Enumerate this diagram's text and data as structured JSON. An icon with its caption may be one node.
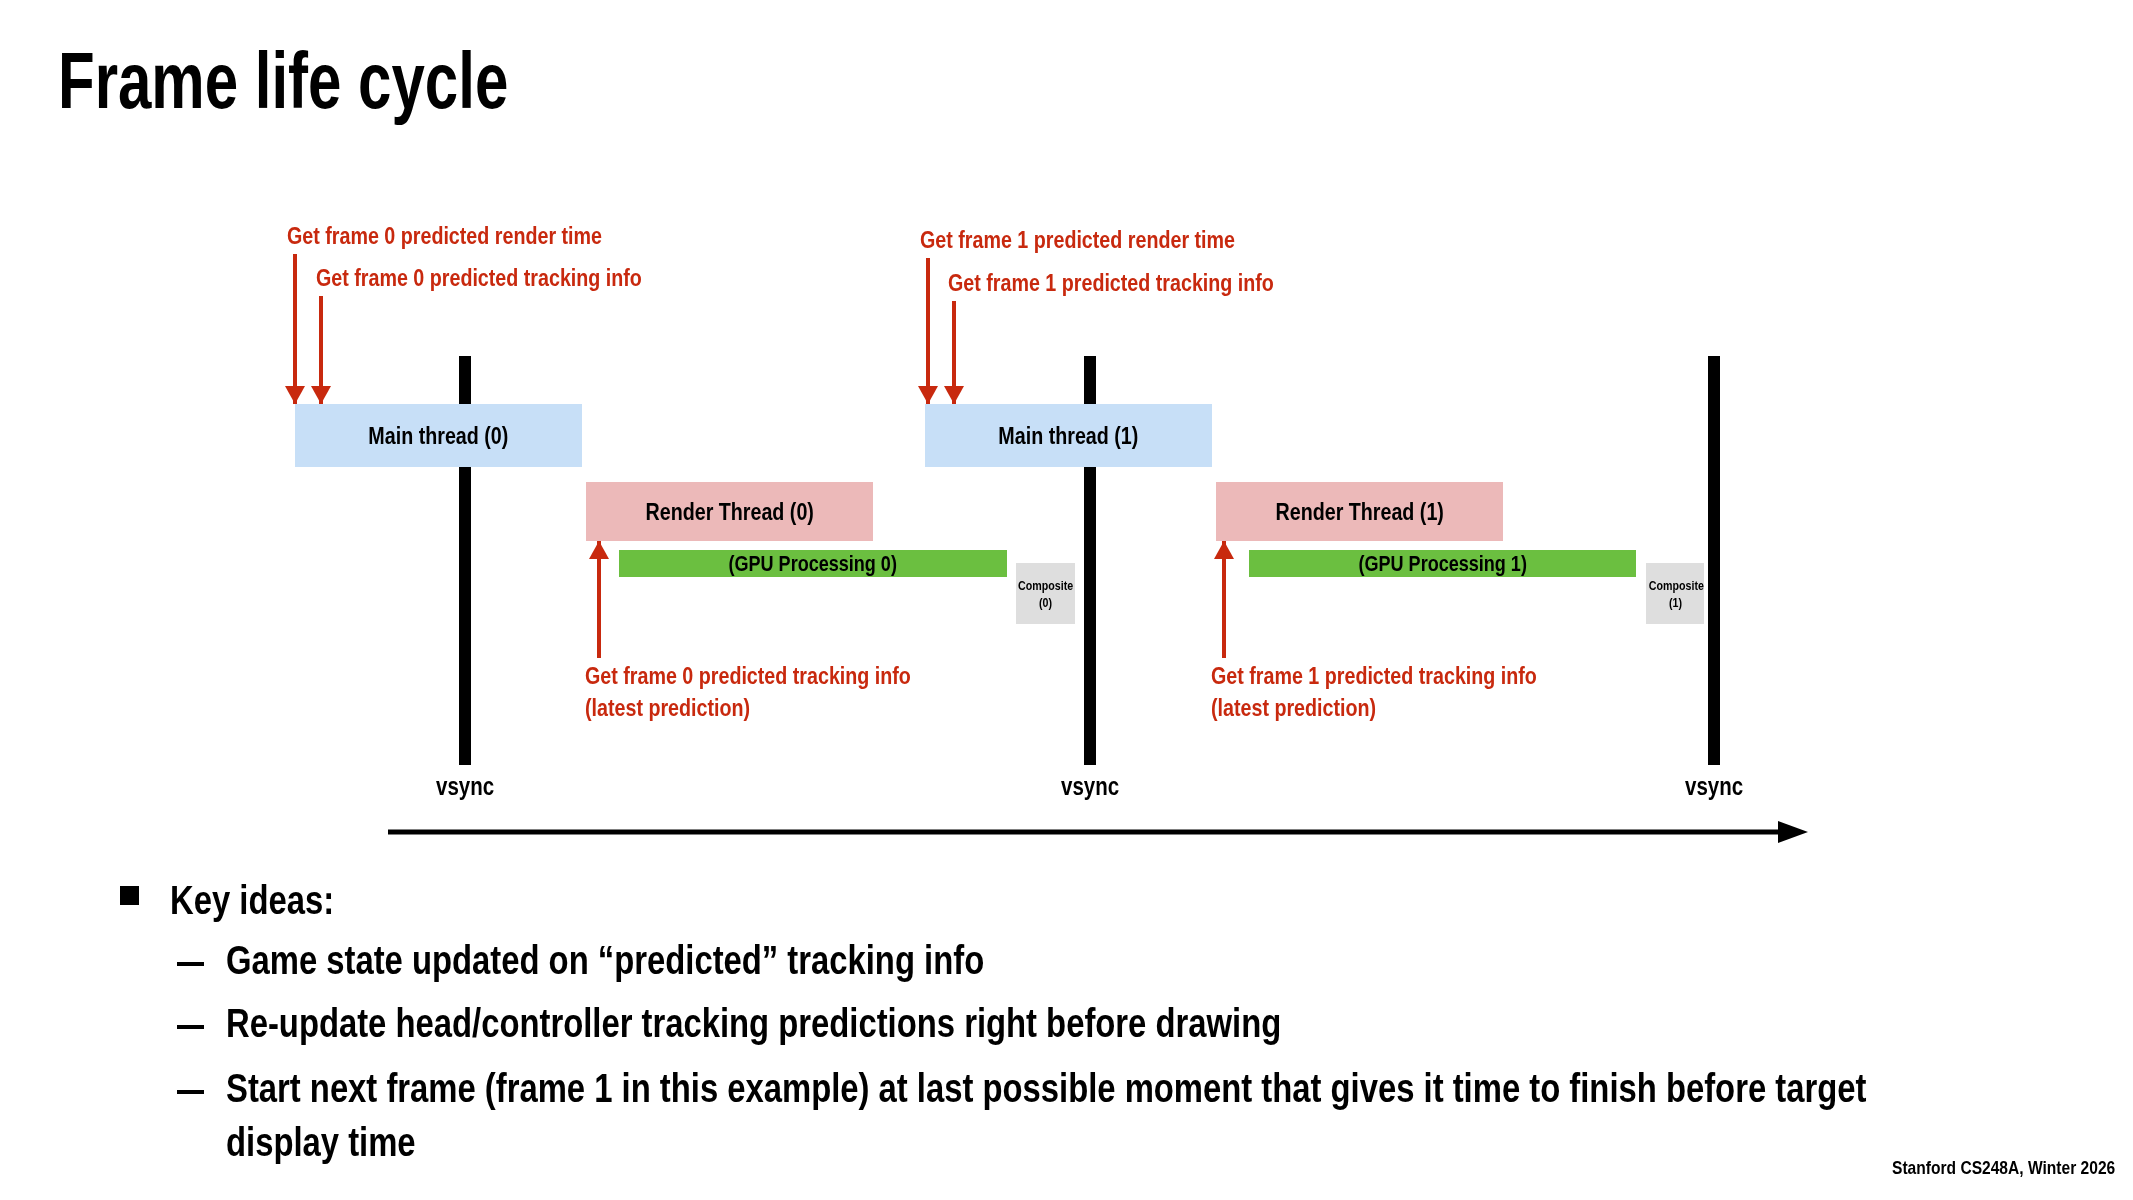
{
  "diagram": {
    "title": "Frame life cycle",
    "nodes": [
      {
        "text": [
          "Get frame 0 predicted render time"
        ]
      },
      {
        "text": [
          "Get frame 0 predicted tracking info"
        ]
      },
      {
        "text": [
          "Get frame 1 predicted render time"
        ]
      },
      {
        "text": [
          "Get frame 1 predicted tracking info"
        ]
      },
      {
        "text": [
          "Main thread (0)"
        ]
      },
      {
        "text": [
          "Main thread (1)"
        ]
      },
      {
        "text": [
          "Render Thread (0)"
        ]
      },
      {
        "text": [
          "Render Thread (1)"
        ]
      },
      {
        "text": [
          "(GPU Processing 0)"
        ]
      },
      {
        "text": [
          "(GPU Processing 1)"
        ]
      },
      {
        "text": [
          "Composite (0)"
        ]
      },
      {
        "text": [
          "Composite (1)"
        ]
      },
      {
        "text": [
          "Get frame 0 predicted tracking info (latest prediction)"
        ]
      },
      {
        "text": [
          "Get frame 1 predicted tracking info (latest prediction)"
        ]
      }
    ],
    "edges": [
      {
        "from": 0,
        "to": 4,
        "arrow": "to"
      },
      {
        "from": 1,
        "to": 4,
        "arrow": "to"
      },
      {
        "from": 2,
        "to": 5,
        "arrow": "to"
      },
      {
        "from": 3,
        "to": 5,
        "arrow": "to"
      },
      {
        "from": 12,
        "to": 6,
        "arrow": "to"
      },
      {
        "from": 13,
        "to": 7,
        "arrow": "to"
      }
    ],
    "labels": [
      "vsync",
      "vsync",
      "vsync",
      "Key ideas:",
      "Game state updated on “predicted” tracking info",
      "Re-update head/controller tracking predictions right before drawing",
      "Start next frame (frame 1 in this example) at last possible moment that gives it time to finish before target display time",
      "Stanford CS248A, Winter 2026"
    ]
  }
}
